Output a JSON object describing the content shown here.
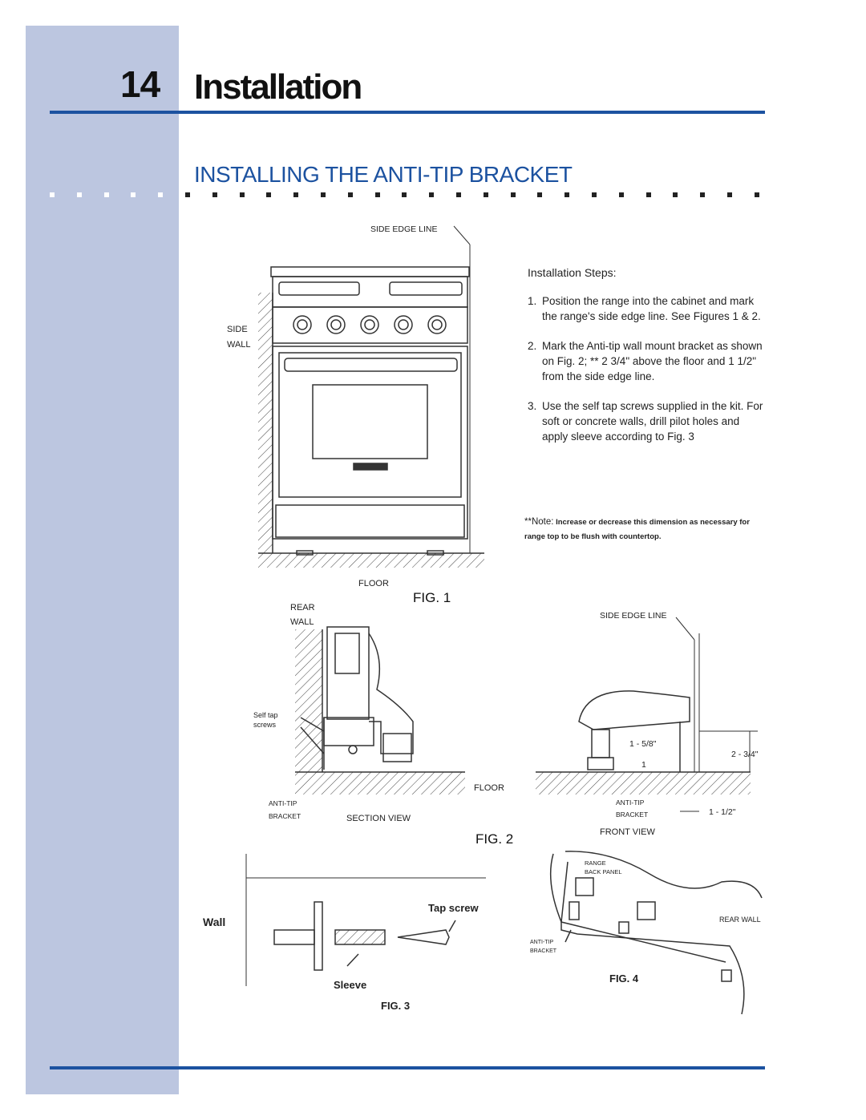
{
  "header": {
    "page_number": "14",
    "chapter_title": "Installation"
  },
  "section": {
    "title": "INSTALLING THE ANTI-TIP BRACKET"
  },
  "fig1": {
    "side_edge_line": "SIDE EDGE LINE",
    "side_wall_line1": "SIDE",
    "side_wall_line2": "WALL",
    "floor": "FLOOR",
    "caption": "FIG. 1"
  },
  "steps": {
    "heading": "Installation Steps:",
    "items": [
      {
        "num": "1.",
        "text": "Position  the range into the cabinet and mark the range's side edge line. See Figures 1 & 2."
      },
      {
        "num": "2.",
        "text": "Mark the Anti-tip wall mount bracket as shown on Fig. 2; ** 2  3/4\" above the floor and 1  1/2\" from the side edge line."
      },
      {
        "num": "3.",
        "text": "Use the self tap screws supplied in the kit. For soft or concrete walls, drill pilot holes and apply sleeve according to Fig. 3"
      }
    ],
    "note_label": "**Note:",
    "note_text": "Increase or decrease this  dimension as necessary for range top to be flush with countertop."
  },
  "fig2": {
    "rear_wall_line1": "REAR",
    "rear_wall_line2": "WALL",
    "self_tap_line1": "Self tap",
    "self_tap_line2": "screws",
    "anti_tip_line1": "ANTI-TIP",
    "anti_tip_line2": "BRACKET",
    "section_view": "SECTION VIEW",
    "floor": "FLOOR",
    "side_edge_line": "SIDE EDGE LINE",
    "dim_1_5_8": "1 - 5/8\"",
    "dim_1": "1",
    "dim_2_3_4": "2 - 3/4\"",
    "dim_1_1_2": "1 - 1/2\"",
    "front_anti_tip_line1": "ANTI-TIP",
    "front_anti_tip_line2": "BRACKET",
    "front_view": "FRONT VIEW",
    "caption": "FIG. 2"
  },
  "fig3": {
    "wall": "Wall",
    "tap_screw": "Tap screw",
    "sleeve": "Sleeve",
    "caption": "FIG. 3"
  },
  "fig4": {
    "range_back_panel_line1": "RANGE",
    "range_back_panel_line2": "BACK PANEL",
    "rear_wall": "REAR WALL",
    "anti_tip_line1": "ANTI-TIP",
    "anti_tip_line2": "BRACKET",
    "caption": "FIG. 4"
  },
  "colors": {
    "sidebar": "#bcc6e0",
    "accent_blue": "#1c52a0"
  }
}
